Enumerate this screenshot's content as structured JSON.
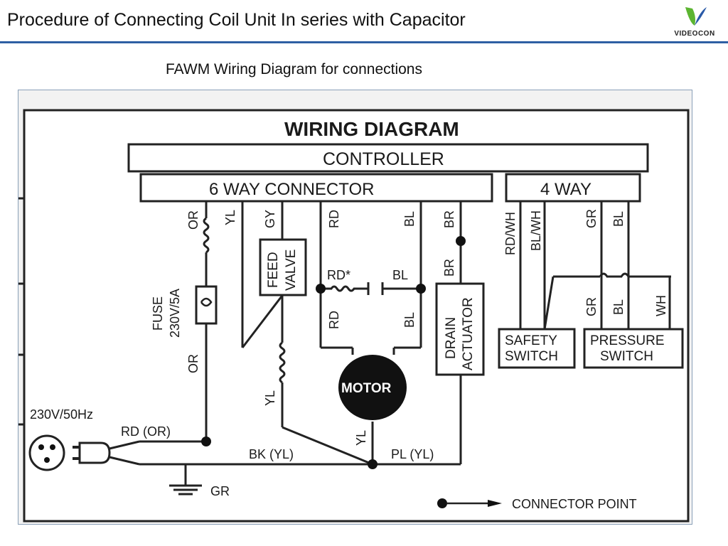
{
  "slide": {
    "title": "Procedure of Connecting Coil Unit In series with  Capacitor",
    "subtitle": "FAWM Wiring Diagram for connections"
  },
  "logo": {
    "text": "VIDEOCON",
    "colors": {
      "green": "#5cb531",
      "blue": "#2a5aa8"
    }
  },
  "diagram": {
    "heading": "WIRING DIAGRAM",
    "controller_label": "CONTROLLER",
    "six_way_label": "6 WAY CONNECTOR",
    "four_way_label": "4 WAY",
    "wire_labels": {
      "or": "OR",
      "yl": "YL",
      "gy": "GY",
      "rd": "RD",
      "bl": "BL",
      "br": "BR",
      "rdwh": "RD/WH",
      "blwh": "BL/WH",
      "gr": "GR",
      "wh": "WH",
      "rd_star": "RD*"
    },
    "components": {
      "feed_valve": [
        "FEED",
        "VALVE"
      ],
      "fuse": [
        "FUSE",
        "230V/5A"
      ],
      "drain_actuator": [
        "DRAIN",
        "ACTUATOR"
      ],
      "safety_switch": [
        "SAFETY",
        "SWITCH"
      ],
      "pressure_switch": [
        "PRESSURE",
        "SWITCH"
      ],
      "motor": "MOTOR"
    },
    "supply": {
      "voltage": "230V/50Hz",
      "rd_or": "RD (OR)",
      "bk_yl": "BK (YL)",
      "pl_yl": "PL (YL)",
      "ground": "GR"
    },
    "legend": {
      "label": "CONNECTOR POINT"
    }
  }
}
